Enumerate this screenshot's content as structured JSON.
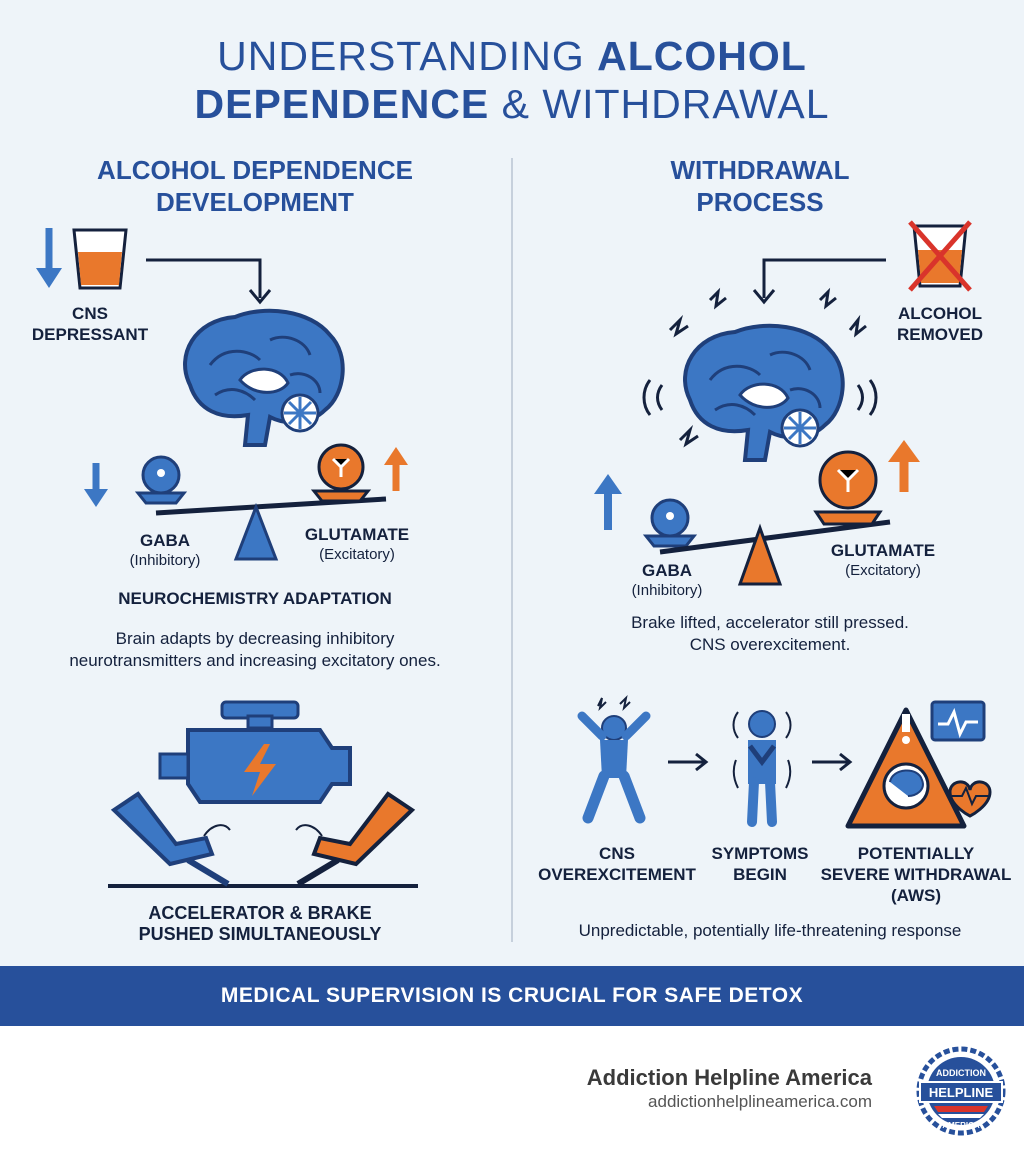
{
  "title": {
    "line1_normal": "UNDERSTANDING ",
    "line1_bold": "ALCOHOL",
    "line2_bold": "DEPENDENCE",
    "line2_normal": " & WITHDRAWAL"
  },
  "left": {
    "heading_line1": "ALCOHOL DEPENDENCE",
    "heading_line2": "DEVELOPMENT",
    "cns_line1": "CNS",
    "cns_line2": "DEPRESSANT",
    "gaba": "GABA",
    "gaba_sub": "(Inhibitory)",
    "glutamate": "GLUTAMATE",
    "glutamate_sub": "(Excitatory)",
    "adaptation_title": "NEUROCHEMISTRY ADAPTATION",
    "adaptation_line1": "Brain adapts by decreasing inhibitory",
    "adaptation_line2": "neurotransmitters and increasing excitatory ones.",
    "pedals_line1": "ACCELERATOR & BRAKE",
    "pedals_line2": "PUSHED SIMULTANEOUSLY"
  },
  "right": {
    "heading_line1": "WITHDRAWAL",
    "heading_line2": "PROCESS",
    "removed_line1": "ALCOHOL",
    "removed_line2": "REMOVED",
    "gaba": "GABA",
    "gaba_sub": "(Inhibitory)",
    "glutamate": "GLUTAMATE",
    "glutamate_sub": "(Excitatory)",
    "brake_line1": "Brake lifted, accelerator still pressed.",
    "brake_line2": "CNS overexcitement.",
    "step1_line1": "CNS",
    "step1_line2": "OVEREXCITEMENT",
    "step2_line1": "SYMPTOMS",
    "step2_line2": "BEGIN",
    "step3_line1": "POTENTIALLY",
    "step3_line2": "SEVERE WITHDRAWAL",
    "step3_line3": "(AWS)",
    "response": "Unpredictable, potentially life-threatening response"
  },
  "banner": "MEDICAL SUPERVISION IS CRUCIAL FOR SAFE DETOX",
  "footer": {
    "brand": "Addiction Helpline America",
    "url": "addictionhelplineamerica.com",
    "badge_top": "ADDICTION",
    "badge_mid": "HELPLINE",
    "badge_bottom": "AMERICA"
  },
  "colors": {
    "blue": "#27509b",
    "mid_blue": "#3c77c4",
    "orange": "#e9782c",
    "navy": "#14213d"
  },
  "icons": [
    "down-arrow-icon",
    "glass-icon",
    "brain-icon",
    "molecule-icon",
    "up-arrow-icon",
    "engine-icon",
    "seat-icon",
    "crossed-glass-icon",
    "person-icon",
    "warning-icon",
    "heartbeat-icon"
  ]
}
